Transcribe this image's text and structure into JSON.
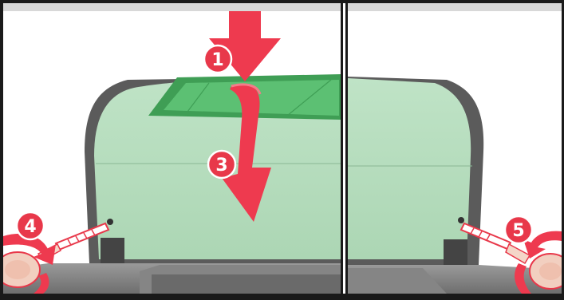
{
  "steps": [
    {
      "number": "1",
      "kind": "push-down-arrow"
    },
    {
      "number": "3",
      "kind": "rotate-cover-down-arrow"
    },
    {
      "number": "4",
      "kind": "unscrew-left-screw"
    },
    {
      "number": "5",
      "kind": "unscrew-right-screw"
    }
  ],
  "colors": {
    "arrow_red": "#ee3a4f",
    "badge_red": "#e8384a",
    "cover_green": "#b7dfbf",
    "lid_green": "#5fbf75",
    "frame_dark": "#5b5b5b",
    "panel_bg": "#ffffff",
    "divider": "#1a1a1a"
  }
}
